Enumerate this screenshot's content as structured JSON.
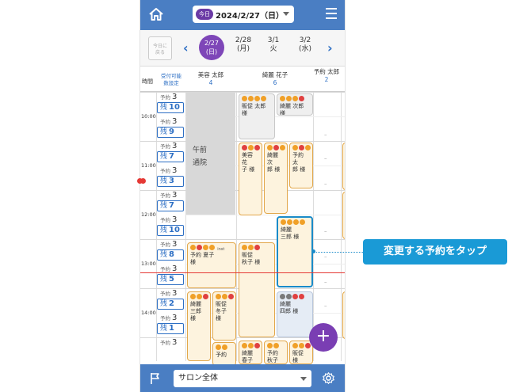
{
  "header": {
    "today_badge": "今日",
    "date_label": "2024/2/27（日）"
  },
  "daybar": {
    "back_today_line1": "今日に",
    "back_today_line2": "戻る",
    "days": [
      {
        "date": "2/27",
        "dow": "(日)",
        "selected": true
      },
      {
        "date": "2/28",
        "dow": "(月)"
      },
      {
        "date": "3/1",
        "dow": "火"
      },
      {
        "date": "3/2",
        "dow": "(水)"
      }
    ]
  },
  "columns": {
    "time_header": "時間",
    "reception_header_line1": "受付可能",
    "reception_header_line2": "数設定",
    "staff": [
      {
        "name": "美容 太郎",
        "count": "4"
      },
      {
        "name": "綺麗 花子",
        "count": "6"
      },
      {
        "name": "予約 太郎",
        "count": "2"
      }
    ]
  },
  "times": [
    "10:00",
    "11:00",
    "12:00",
    "13:00",
    "14:00"
  ],
  "slots": [
    {
      "yoyaku_label": "予約",
      "yoyaku": "3",
      "zan_label": "残",
      "zan": "10"
    },
    {
      "yoyaku_label": "予約",
      "yoyaku": "3",
      "zan_label": "残",
      "zan": "9"
    },
    {
      "yoyaku_label": "予約",
      "yoyaku": "3",
      "zan_label": "残",
      "zan": "7"
    },
    {
      "yoyaku_label": "予約",
      "yoyaku": "3",
      "zan_label": "残",
      "zan": "3"
    },
    {
      "yoyaku_label": "予約",
      "yoyaku": "3",
      "zan_label": "残",
      "zan": "7"
    },
    {
      "yoyaku_label": "予約",
      "yoyaku": "3",
      "zan_label": "残",
      "zan": "10"
    },
    {
      "yoyaku_label": "予約",
      "yoyaku": "3",
      "zan_label": "残",
      "zan": "8"
    },
    {
      "yoyaku_label": "予約",
      "yoyaku": "3",
      "zan_label": "残",
      "zan": "5"
    },
    {
      "yoyaku_label": "予約",
      "yoyaku": "3",
      "zan_label": "残",
      "zan": "2"
    },
    {
      "yoyaku_label": "予約",
      "yoyaku": "3",
      "zan_label": "残",
      "zan": "1"
    },
    {
      "yoyaku_label": "予約",
      "yoyaku": "3",
      "zan_label": "残",
      "zan": ""
    }
  ],
  "blocked_text_line1": "午前",
  "blocked_text_line2": "通院",
  "appointments": {
    "a1": {
      "line1": "販促 太郎",
      "line2": "様"
    },
    "a1b": {
      "line1": "綺麗 次郎",
      "line2": "様"
    },
    "a2": {
      "line1": "美容 花",
      "line2": "子 様"
    },
    "a3": {
      "line1": "綺麗 次",
      "line2": "郎 様"
    },
    "a4": {
      "line1": "予約 太",
      "line2": "郎 様"
    },
    "a5": {
      "line1": "綺麗",
      "line2": "三郎 様"
    },
    "a6": {
      "tag": "inst",
      "line1": "予約 夏子",
      "line2": "様"
    },
    "a7": {
      "line1": "販促",
      "line2": "秋子 様"
    },
    "a8": {
      "line1": "綺麗",
      "line2": "三郎 様"
    },
    "a9": {
      "line1": "販促",
      "line2": "冬子 様"
    },
    "a10": {
      "line1": "綺麗",
      "line2": "四郎 様"
    },
    "a11": {
      "line1": "予約",
      "line2": ""
    },
    "a12": {
      "line1": "綺麗",
      "line2": "春子 様"
    },
    "a13": {
      "line1": "予約",
      "line2": "秋子 様"
    },
    "a14": {
      "line1": "販促",
      "line2": "様"
    }
  },
  "dash": "–",
  "fab_label": "+",
  "footer": {
    "salon_select": "サロン全体"
  },
  "callout": "変更する予約をタップ",
  "colors": {
    "primary": "#4a7ec3",
    "accent_purple": "#7e46b8",
    "highlight": "#1a9ad6",
    "now_line": "#e53935"
  }
}
